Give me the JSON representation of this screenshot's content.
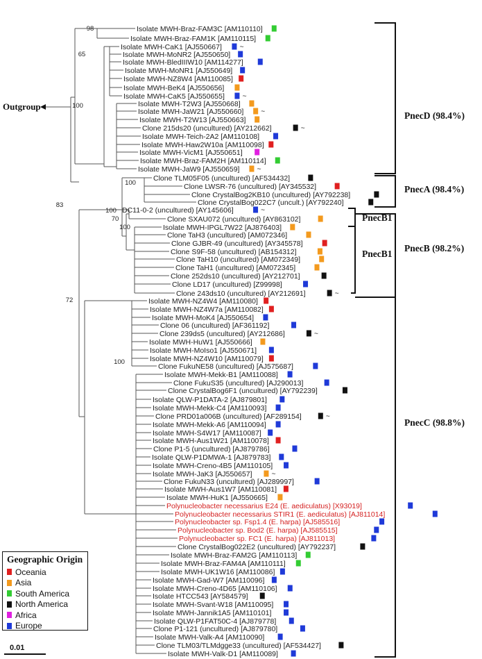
{
  "colors": {
    "Oceania": "#e02020",
    "Asia": "#f39a1e",
    "South America": "#33cc33",
    "North America": "#111111",
    "Africa": "#e020e0",
    "Europe": "#1f3ad8",
    "highlight_text": "#d42020"
  },
  "tips": [
    {
      "label": "Isolate MWH-Braz-FAM3C [AM110110]",
      "region": "South America"
    },
    {
      "label": "Isolate MWH-Braz-FAM1K [AM110115]",
      "region": "South America"
    },
    {
      "label": "Isolate MWH-CaK1 [AJ550667]",
      "region": "Europe",
      "tilde": true
    },
    {
      "label": "Isolate MWH-MoNR2 [AJ550650]",
      "region": "Europe"
    },
    {
      "label": "Isolate MWH-BledIIIW10 [AM114277]",
      "region": "Europe"
    },
    {
      "label": "Isolate MWH-MoNR1 [AJ550649]",
      "region": "Europe"
    },
    {
      "label": "Isolate MWH-NZ8W4 [AM110085]",
      "region": "Oceania"
    },
    {
      "label": "Isolate MWH-BeK4 [AJ550656]",
      "region": "Asia"
    },
    {
      "label": "Isolate MWH-CaK5 [AJ550655]",
      "region": "Europe",
      "tilde": true
    },
    {
      "label": "Isolate MWH-T2W3 [AJ550668]",
      "region": "Asia"
    },
    {
      "label": "Isolate MWH-JaW21 [AJ550660]",
      "region": "Asia",
      "tilde": true
    },
    {
      "label": "Isolate MWH-T2W13 [AJ550663]",
      "region": "Asia"
    },
    {
      "label": "Clone 215ds20 (uncultured) [AY212662]",
      "region": "North America",
      "tilde": true
    },
    {
      "label": "Isolate MWH-Teich-2A2 [AM110108]",
      "region": "Europe"
    },
    {
      "label": "Isolate MWH-Haw2W10a [AM110098]",
      "region": "Oceania"
    },
    {
      "label": "Isolate MWH-VicM1 [AJ550651]",
      "region": "Africa"
    },
    {
      "label": "Isolate MWH-Braz-FAM2H [AM110114]",
      "region": "South America"
    },
    {
      "label": "Isolate MWH-JaW9 [AJ550659]",
      "region": "Asia",
      "tilde": true
    },
    {
      "label": "Clone TLM05F05 (uncultured) [AF534432]",
      "region": "North America"
    },
    {
      "label": "Clone LWSR-76 (uncultured) [AY345532]",
      "region": "Oceania"
    },
    {
      "label": "Clone CrystalBog2KB10 (uncultured) [AY792238]",
      "region": "North America"
    },
    {
      "label": "Clone CrystalBog022C7 (uncult.) [AY792240]",
      "region": "North America"
    },
    {
      "label": "DC11-0-2 (uncultured) [AY145606]",
      "region": "Europe",
      "tilde": true
    },
    {
      "label": "Clone SXAU072 (uncultured) [AY863102]",
      "region": "Asia"
    },
    {
      "label": "Isolate MWH-IPGL7W22 [AJ876403]",
      "region": "Asia"
    },
    {
      "label": "Clone TaH3 (uncultured) [AM072346]",
      "region": "Asia"
    },
    {
      "label": "Clone GJBR-49 (uncultured) [AY345578]",
      "region": "Oceania"
    },
    {
      "label": "Clone S9F-58 (uncultured) [AB154312]",
      "region": "Asia"
    },
    {
      "label": "Clone TaH10 (uncultured) [AM072349]",
      "region": "Asia"
    },
    {
      "label": "Clone TaH1 (uncultured) [AM072345]",
      "region": "Asia"
    },
    {
      "label": "Clone 252ds10 (uncultured) [AY212701]",
      "region": "North America"
    },
    {
      "label": "Clone LD17 (uncultured) [Z99998]",
      "region": "Europe"
    },
    {
      "label": "Clone 243ds10 (uncultured) [AY212691]",
      "region": "North America",
      "tilde": true
    },
    {
      "label": "Isolate MWH-NZ4W4 [AM110080]",
      "region": "Oceania"
    },
    {
      "label": "Isolate MWH-NZ4W7a [AM110082]",
      "region": "Oceania"
    },
    {
      "label": "Isolate MWH-MoK4 [AJ550654]",
      "region": "Europe"
    },
    {
      "label": "Clone 06 (uncultured) [AF361192]",
      "region": "Europe"
    },
    {
      "label": "Clone 239ds5 (uncultured) [AY212686]",
      "region": "North America",
      "tilde": true
    },
    {
      "label": "Isolate MWH-HuW1 [AJ550666]",
      "region": "Asia"
    },
    {
      "label": "Isolate MWH-MoIso1 [AJ550671]",
      "region": "Europe"
    },
    {
      "label": "Isolate MWH-NZ4W10 [AM110079]",
      "region": "Oceania"
    },
    {
      "label": "Clone FukuNE58 (uncultured) [AJ575687]",
      "region": "Europe"
    },
    {
      "label": "Isolate MWH-Mekk-B1 [AM110088]",
      "region": "Europe"
    },
    {
      "label": "Clone FukuS35 (uncultured) [AJ290013]",
      "region": "Europe"
    },
    {
      "label": "Clone CrystalBog6F1 (uncultured) [AY792239]",
      "region": "North America"
    },
    {
      "label": "Isolate QLW-P1DATA-2 [AJ879801]",
      "region": "Europe"
    },
    {
      "label": "Isolate MWH-Mekk-C4 [AM110093]",
      "region": "Europe"
    },
    {
      "label": "Clone PRD01a006B (uncultured) [AF289154]",
      "region": "North America",
      "tilde": true
    },
    {
      "label": "Isolate MWH-Mekk-A6 [AM110094]",
      "region": "Europe"
    },
    {
      "label": "Isolate MWH-S4W17 [AM110087]",
      "region": "Europe"
    },
    {
      "label": "Isolate MWH-Aus1W21 [AM110078]",
      "region": "Oceania"
    },
    {
      "label": "Clone P1-5 (uncultured) [AJ879786]",
      "region": "Europe"
    },
    {
      "label": "Isolate QLW-P1DMWA-1 [AJ879783]",
      "region": "Europe"
    },
    {
      "label": "Isolate MWH-Creno-4B5 [AM110105]",
      "region": "Europe"
    },
    {
      "label": "Isolate MWH-JaK3 [AJ550657]",
      "region": "Asia",
      "tilde": true
    },
    {
      "label": "Clone FukuN33 (uncultured) [AJ289997]",
      "region": "Europe"
    },
    {
      "label": "Isolate MWH-Aus1W7 [AM110081]",
      "region": "Oceania"
    },
    {
      "label": "Isolate MWH-HuK1 [AJ550665]",
      "region": "Asia"
    },
    {
      "label": "Polynucleobacter necessarius E24 (E. aediculatus) [X93019]",
      "region": "Europe",
      "red": true
    },
    {
      "label": "Polynucleobacter necessarius STIR1 (E. aediculatus) [AJ811014]",
      "region": "Europe",
      "red": true
    },
    {
      "label": "Polynucleobacter sp. Fsp1.4 (E. harpa) [AJ585516]",
      "region": "Europe",
      "red": true
    },
    {
      "label": "Polynucleobacter sp. Bod2 (E. harpa) [AJ585515]",
      "region": "Europe",
      "red": true
    },
    {
      "label": "Polynucleobacter sp. FC1 (E. harpa) [AJ811013]",
      "region": "Europe",
      "red": true
    },
    {
      "label": "Clone CrystalBog022E2 (uncultured) [AY792237]",
      "region": "North America"
    },
    {
      "label": "Isolate MWH-Braz-FAM2G [AM110113]",
      "region": "South America"
    },
    {
      "label": "Isolate MWH-Braz-FAM4A [AM110111]",
      "region": "South America"
    },
    {
      "label": "Isolate MWH-UK1W16 [AM110086]",
      "region": "Europe"
    },
    {
      "label": "Isolate MWH-Gad-W7 [AM110096]",
      "region": "Europe"
    },
    {
      "label": "Isolate MWH-Creno-4D65 [AM110106]",
      "region": "Europe"
    },
    {
      "label": "Isolate HTCC543 [AY584579]",
      "region": "North America"
    },
    {
      "label": "Isolate MWH-Svant-W18 [AM110095]",
      "region": "Europe"
    },
    {
      "label": "Isolate MWH-Jannik1A5 [AM110101]",
      "region": "Europe"
    },
    {
      "label": "Isolate QLW-P1FAT50C-4 [AJ879778]",
      "region": "Europe"
    },
    {
      "label": "Clone P1-121 (uncultured) [AJ879780]",
      "region": "Europe"
    },
    {
      "label": "Isolate MWH-Valk-A4 [AM110090]",
      "region": "Europe"
    },
    {
      "label": "Clone TLM03/TLMdgge33 (uncultured) [AF534427]",
      "region": "North America"
    },
    {
      "label": "Isolate MWH-Valk-D1 [AM110089]",
      "region": "Europe"
    }
  ],
  "bootstrap": [
    "98",
    "65",
    "100",
    "100",
    "83",
    "100",
    "70",
    "100",
    "72",
    "100"
  ],
  "clades": [
    {
      "name": "PnecD (98.4%)"
    },
    {
      "name": "PnecA (98.4%)"
    },
    {
      "name": "PnecB1"
    },
    {
      "name": "PnecB (98.2%)"
    },
    {
      "name": "PnecB1"
    },
    {
      "name": "PnecC (98.8%)"
    }
  ],
  "outgroup": "Outgroup",
  "scale_label": "0.01",
  "legend": {
    "title": "Geographic Origin",
    "items": [
      {
        "region": "Oceania"
      },
      {
        "region": "Asia"
      },
      {
        "region": "South America"
      },
      {
        "region": "North America"
      },
      {
        "region": "Africa"
      },
      {
        "region": "Europe"
      }
    ]
  }
}
